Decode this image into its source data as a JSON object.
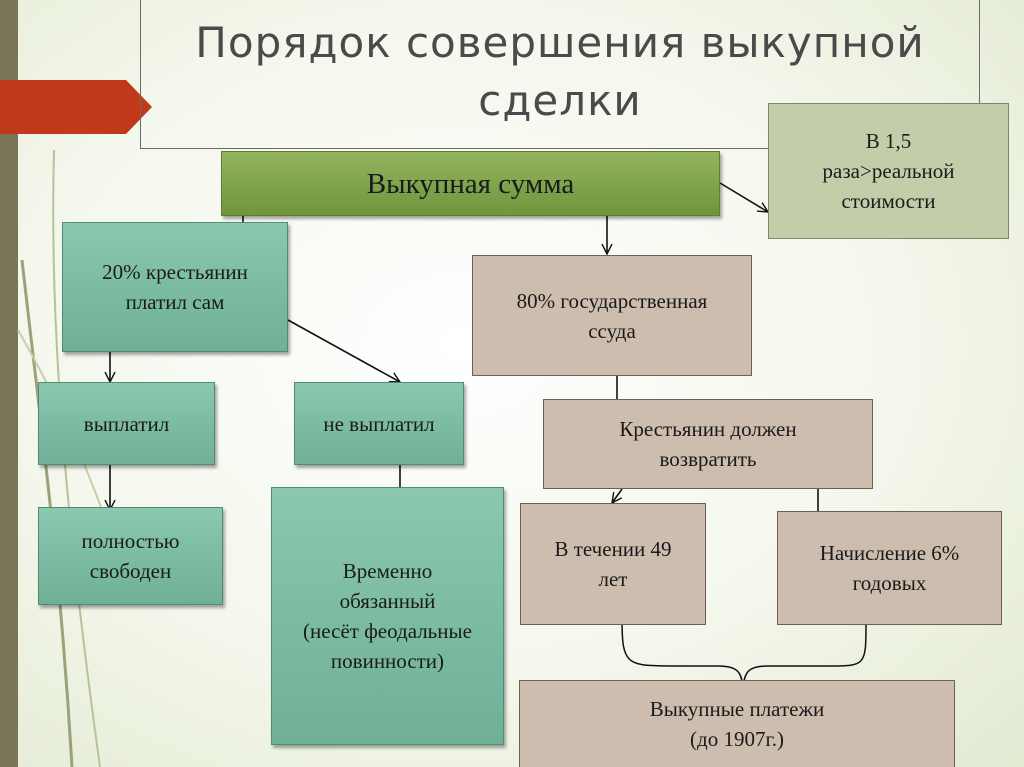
{
  "title": "Порядок совершения выкупной сделки",
  "nodes": {
    "sum": "Выкупная сумма",
    "ratio": "В 1,5\nраза>реальной\nстоимости",
    "peasant20": "20% крестьянин\nплатил сам",
    "state80": "80% государственная\nссуда",
    "paid": "выплатил",
    "not_paid": "не выплатил",
    "must_return": "Крестьянин должен\nвозвратить",
    "free": "полностью\nсвободен",
    "temp_obliged": "Временно\nобязанный\n(несёт феодальные\nповинности)",
    "years49": "В течении 49\nлет",
    "interest": "Начисление 6%\nгодовых",
    "payments": "Выкупные платежи\n(до 1907г.)"
  },
  "colors": {
    "header_green": "#7fa34a",
    "teal": "#7dbda3",
    "tan": "#cdbdae",
    "sage": "#c2cda9",
    "flag_red": "#c0391b"
  }
}
